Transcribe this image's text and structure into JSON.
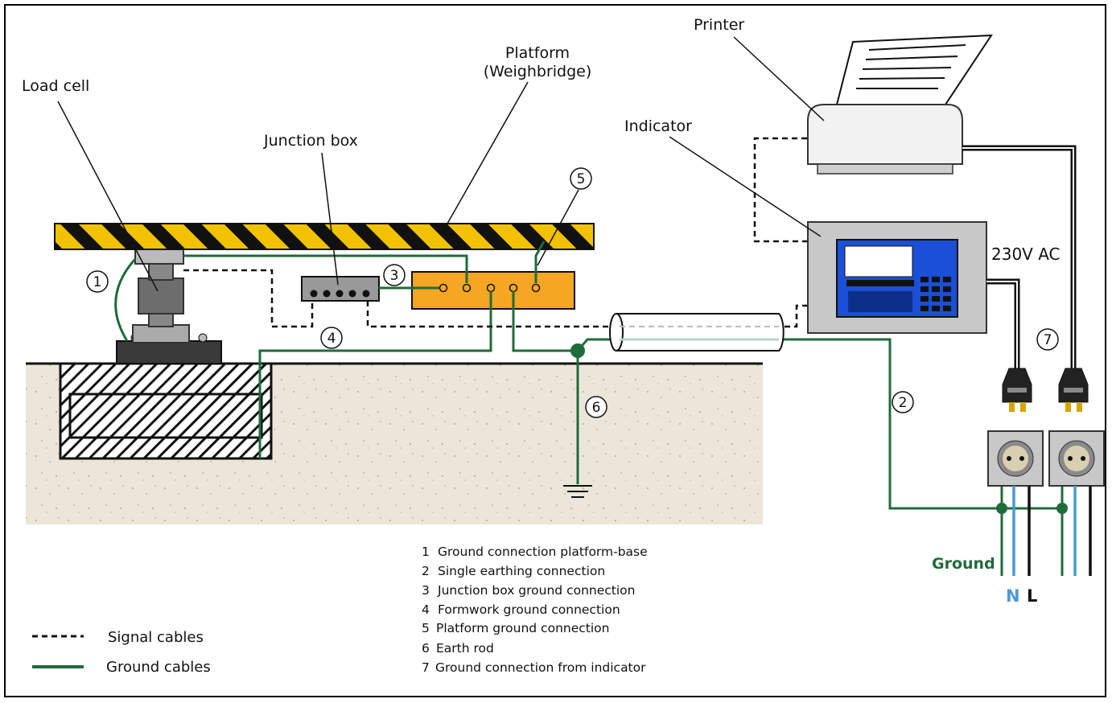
{
  "labels": {
    "load_cell": "Load cell",
    "junction_box": "Junction box",
    "platform_line1": "Platform",
    "platform_line2": "(Weighbridge)",
    "indicator": "Indicator",
    "printer": "Printer",
    "voltage": "230V AC",
    "ground": "Ground",
    "neutral": "N",
    "live": "L"
  },
  "callouts": [
    "1",
    "2",
    "3",
    "4",
    "5",
    "6",
    "7"
  ],
  "callout_list": [
    {
      "num": "1",
      "text": "Ground connection platform-base"
    },
    {
      "num": "2",
      "text": "Single earthing connection"
    },
    {
      "num": "3",
      "text": "Junction box ground connection"
    },
    {
      "num": "4",
      "text": "Formwork ground connection"
    },
    {
      "num": "5",
      "text": "Platform ground connection"
    },
    {
      "num": "6",
      "text": "Earth rod"
    },
    {
      "num": "7",
      "text": "Ground connection from indicator"
    }
  ],
  "legend": {
    "signal": "Signal cables",
    "ground": "Ground cables"
  },
  "colors": {
    "ground_cable": "#1f6b3a",
    "neutral_wire": "#4a9ad4",
    "platform_yellow": "#f2c200",
    "terminal_orange": "#f5a623",
    "indicator_screen": "#1a4fd6",
    "soil": "#ece6da"
  }
}
